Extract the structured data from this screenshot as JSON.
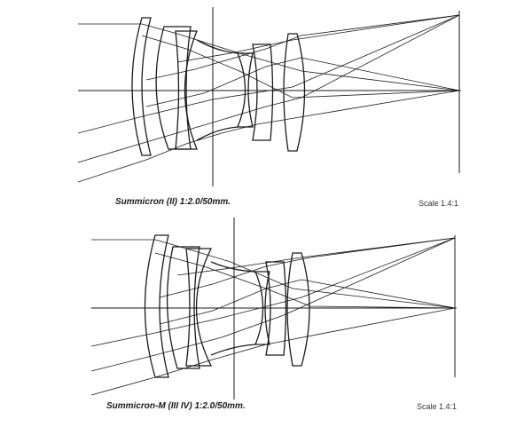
{
  "diagrams": [
    {
      "caption": "Summicron (II) 1:2.0/50mm.",
      "scale": "Scale 1.4:1"
    },
    {
      "caption": "Summicron-M (III IV) 1:2.0/50mm.",
      "scale": "Scale 1.4:1"
    }
  ],
  "colors": {
    "ink": "#1a1a1a",
    "background": "#ffffff"
  }
}
